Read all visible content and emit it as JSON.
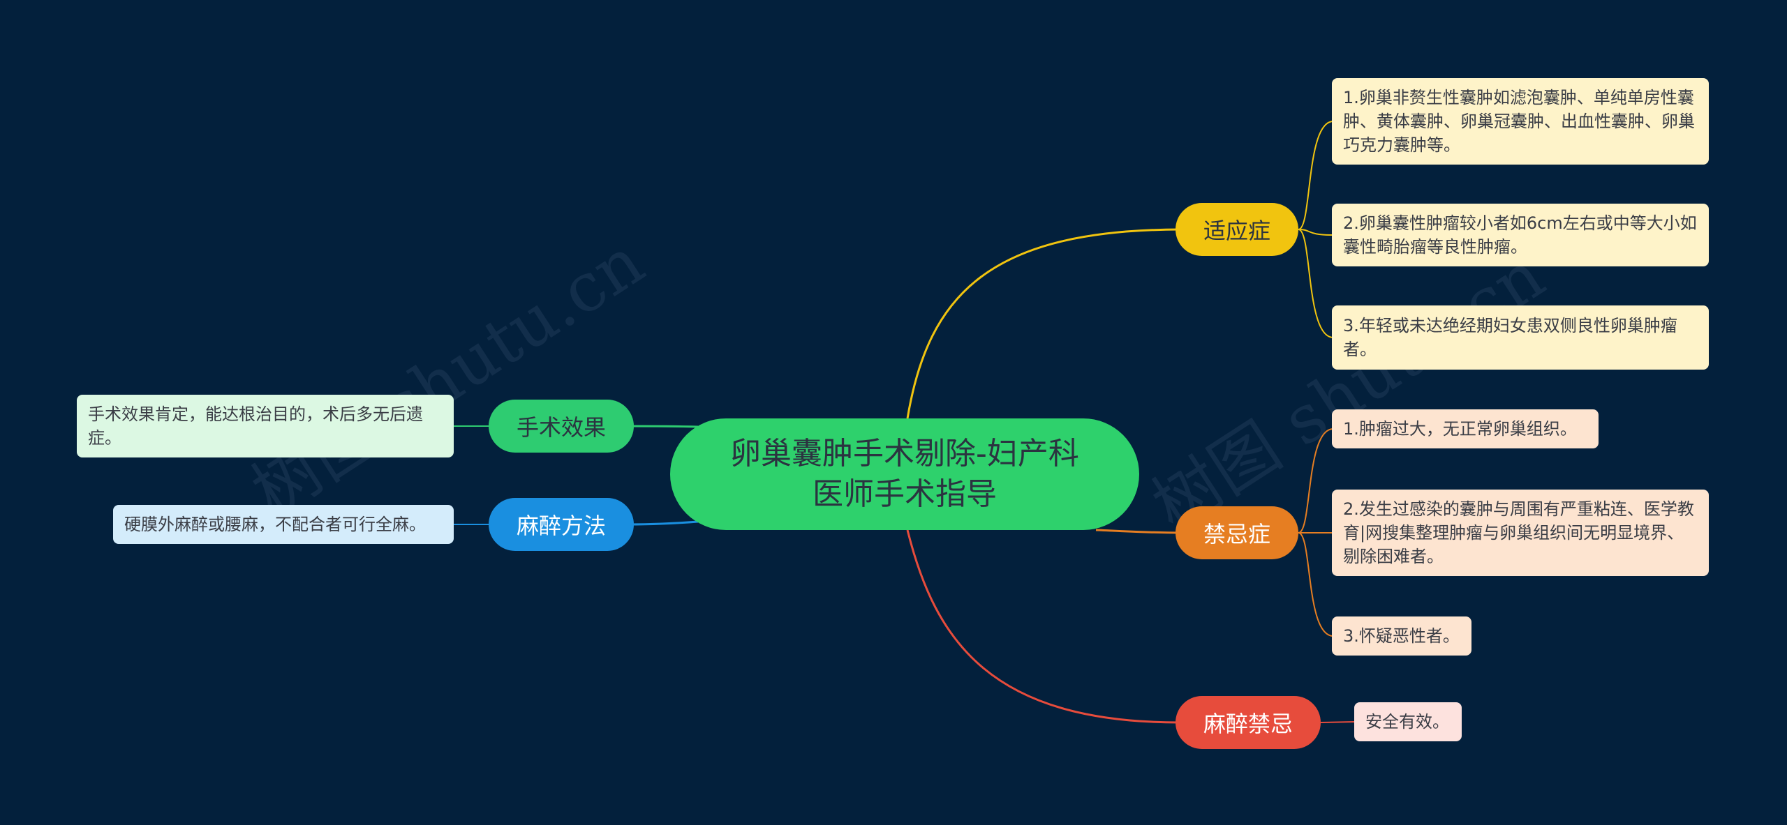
{
  "root": {
    "line1": "卵巢囊肿手术剔除-妇产科",
    "line2": "医师手术指导"
  },
  "watermarks": [
    "树图 shutu.cn",
    "树图 shutu.cn"
  ],
  "colors": {
    "background": "#03203c",
    "root": "#2ed16c",
    "indications": "#f1c40f",
    "contraindications": "#e67e22",
    "anesthesia_contra": "#e74c3c",
    "effect": "#2ecc71",
    "anesthesia_method": "#1a8fe0"
  },
  "indications": {
    "label": "适应症",
    "items": [
      "1.卵巢非赘生性囊肿如滤泡囊肿、单纯单房性囊肿、黄体囊肿、卵巢冠囊肿、出血性囊肿、卵巢巧克力囊肿等。",
      "2.卵巢囊性肿瘤较小者如6cm左右或中等大小如囊性畸胎瘤等良性肿瘤。",
      "3.年轻或未达绝经期妇女患双侧良性卵巢肿瘤者。"
    ]
  },
  "contraindications": {
    "label": "禁忌症",
    "items": [
      "1.肿瘤过大，无正常卵巢组织。",
      "2.发生过感染的囊肿与周围有严重粘连、医学教育|网搜集整理肿瘤与卵巢组织间无明显境界、剔除困难者。",
      "3.怀疑恶性者。"
    ]
  },
  "anesthesia_contra": {
    "label": "麻醉禁忌",
    "items": [
      "安全有效。"
    ]
  },
  "effect": {
    "label": "手术效果",
    "items": [
      "手术效果肯定，能达根治目的，术后多无后遗症。"
    ]
  },
  "anesthesia_method": {
    "label": "麻醉方法",
    "items": [
      "硬膜外麻醉或腰麻，不配合者可行全麻。"
    ]
  }
}
